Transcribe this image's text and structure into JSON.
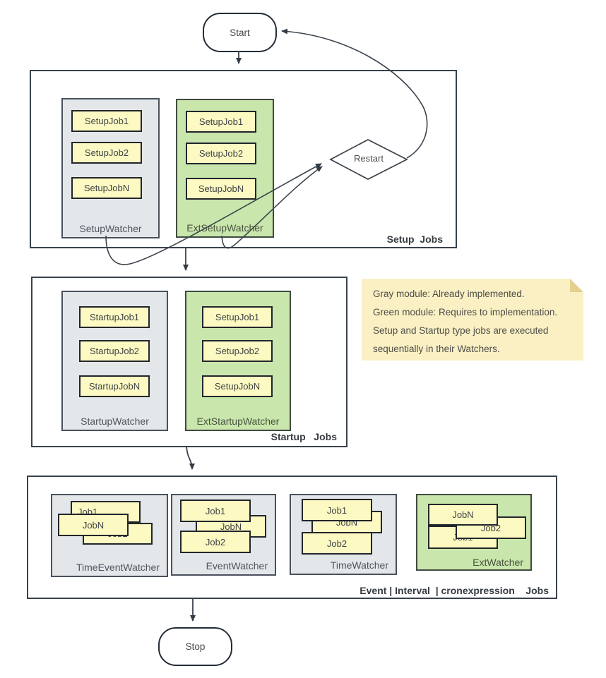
{
  "nodes": {
    "start": "Start",
    "stop": "Stop",
    "restart": "Restart"
  },
  "setup_section": {
    "label": "Setup  Jobs",
    "watchers": [
      {
        "name": "SetupWatcher",
        "type": "gray",
        "jobs": [
          "SetupJob1",
          "SetupJob2",
          "SetupJobN"
        ]
      },
      {
        "name": "ExtSetupWatcher",
        "type": "green",
        "jobs": [
          "SetupJob1",
          "SetupJob2",
          "SetupJobN"
        ]
      }
    ]
  },
  "startup_section": {
    "label": "Startup   Jobs",
    "watchers": [
      {
        "name": "StartupWatcher",
        "type": "gray",
        "jobs": [
          "StartupJob1",
          "StartupJob2",
          "StartupJobN"
        ]
      },
      {
        "name": "ExtStartupWatcher",
        "type": "green",
        "jobs": [
          "SetupJob1",
          "SetupJob2",
          "SetupJobN"
        ]
      }
    ]
  },
  "event_section": {
    "label": "Event | Interval  | cronexpression    Jobs",
    "watchers": [
      {
        "name": "TimeEventWatcher",
        "type": "gray",
        "jobs": [
          "Job1",
          "JobN",
          "Job2"
        ]
      },
      {
        "name": "EventWatcher",
        "type": "gray",
        "jobs": [
          "Job1",
          "JobN",
          "Job2"
        ]
      },
      {
        "name": "TimeWatcher",
        "type": "gray",
        "jobs": [
          "Job1",
          "JobN",
          "Job2"
        ]
      },
      {
        "name": "ExtWatcher",
        "type": "green",
        "jobs": [
          "JobN",
          "Job2",
          "Job1"
        ]
      }
    ]
  },
  "note": {
    "lines": [
      "Gray module: Already implemented.",
      "Green module: Requires to implementation.",
      "Setup and Startup type jobs are executed",
      "sequentially in their Watchers."
    ]
  },
  "colors": {
    "implemented_gray": "#e3e7ea",
    "todo_green": "#c9e7ac",
    "job_yellow": "#fcf9c2",
    "note_yellow": "#faf0c4",
    "line_dark": "#3b434d"
  }
}
